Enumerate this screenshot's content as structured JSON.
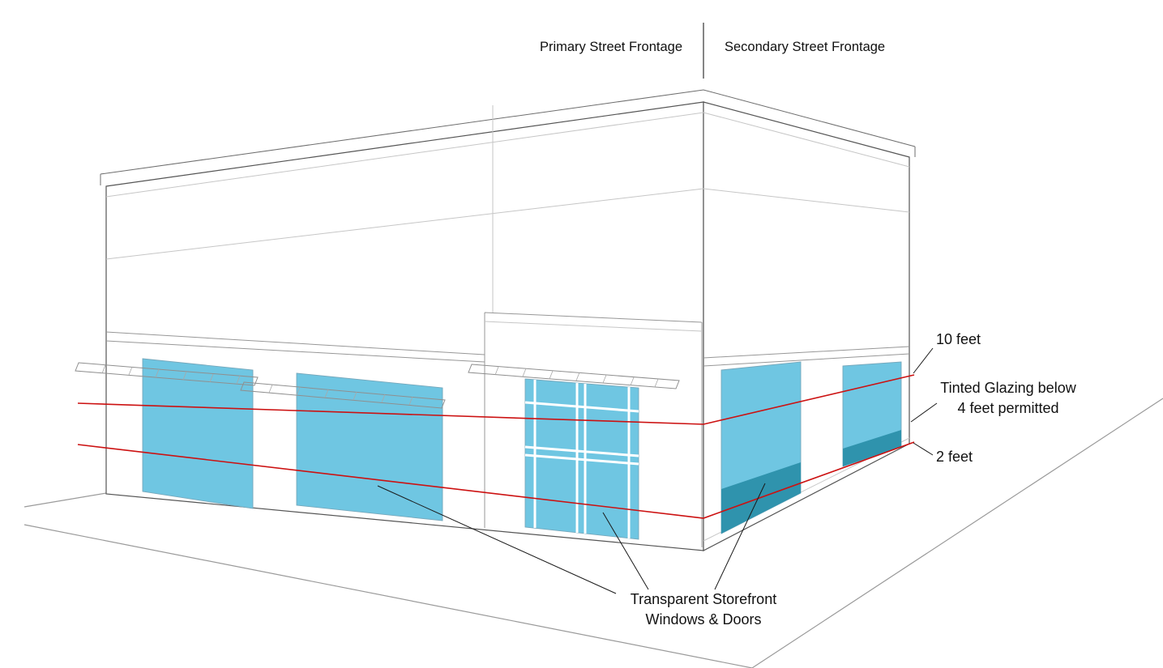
{
  "page": {
    "background": "#ffffff"
  },
  "header": {
    "primary_frontage_label": "Primary Street Frontage",
    "secondary_frontage_label": "Secondary Street Frontage"
  },
  "annotations": {
    "ten_feet": "10 feet",
    "tinted_glazing_line1": "Tinted Glazing below",
    "tinted_glazing_line2": "4 feet permitted",
    "two_feet": "2 feet",
    "transparent_line1": "Transparent Storefront",
    "transparent_line2": "Windows & Doors"
  },
  "colors": {
    "transparent_glazing": "#6fc6e2",
    "tinted_glazing": "#2f93ad",
    "height_guide_line": "#cc1111",
    "linework": "#555555",
    "text": "#111111"
  },
  "diagram": {
    "type": "building-corner-perspective",
    "height_guides": [
      {
        "label": "10 feet"
      },
      {
        "label": "2 feet"
      }
    ],
    "glazing_zones": [
      {
        "name": "storefront-window-1",
        "facade": "primary"
      },
      {
        "name": "storefront-window-2",
        "facade": "primary"
      },
      {
        "name": "entry-door-glazing",
        "facade": "primary"
      },
      {
        "name": "storefront-window-3",
        "facade": "secondary"
      },
      {
        "name": "storefront-window-4",
        "facade": "secondary"
      }
    ]
  }
}
